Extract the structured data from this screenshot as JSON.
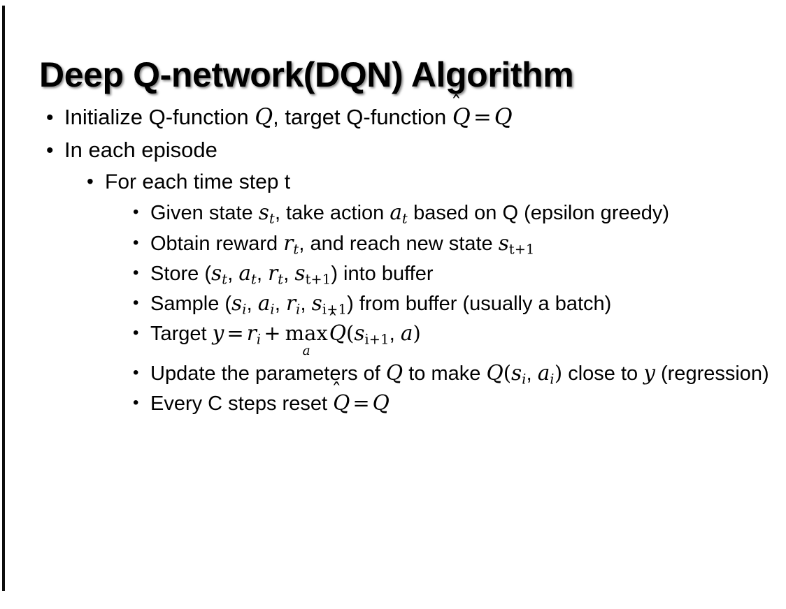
{
  "slide": {
    "title": "Deep Q-network(DQN) Algorithm",
    "background_color": "#ffffff",
    "text_color": "#000000",
    "edge_bar_color": "#0d0d0d",
    "bullet_glyph": "•"
  },
  "content": {
    "l1_initialize": {
      "pre": "Initialize Q-function ",
      "var_q1": "Q",
      "mid": ", target Q-function ",
      "hat_sym": "Q",
      "hat_mark": "̂",
      "equals": "=",
      "var_q2": "Q"
    },
    "l1_in_each_episode": "In each episode",
    "l2_for_each_time_step": "For each time step t",
    "l3_given_state": {
      "pre": "Given state ",
      "s": "s",
      "s_sub": "t",
      "mid": ", take action ",
      "a": "a",
      "a_sub": "t",
      "post": " based on Q (epsilon greedy)"
    },
    "l3_obtain_reward": {
      "pre": "Obtain reward ",
      "r": "r",
      "r_sub": "t",
      "mid": ", and reach new state ",
      "s": "s",
      "s_sub": "t+1"
    },
    "l3_store": {
      "pre": "Store (",
      "s1": "s",
      "s1_sub": "t",
      "c1": ", ",
      "a1": "a",
      "a1_sub": "t",
      "c2": ", ",
      "r1": "r",
      "r1_sub": "t",
      "c3": ", ",
      "s2": "s",
      "s2_sub": "t+1",
      "post": ") into buffer"
    },
    "l3_sample": {
      "pre": "Sample (",
      "s1": "s",
      "s1_sub": "i",
      "c1": ", ",
      "a1": "a",
      "a1_sub": "i",
      "c2": ", ",
      "r1": "r",
      "r1_sub": "i",
      "c3": ", ",
      "s2": "s",
      "s2_sub": "i+1",
      "post": ") from buffer (usually a batch)"
    },
    "l3_target": {
      "pre": "Target ",
      "y": "y",
      "equals": "=",
      "r": "r",
      "r_sub": "i",
      "plus": "+",
      "max_op": "max",
      "max_sub": "a",
      "hat_sym": "Q",
      "hat_mark": "̂",
      "open": "(",
      "s": "s",
      "s_sub": "i+1",
      "comma": ", ",
      "a": "a",
      "close": ")"
    },
    "l3_update": {
      "pre": "Update the parameters of ",
      "q1": "Q",
      "mid": " to make ",
      "q2": "Q",
      "open": "(",
      "s": "s",
      "s_sub": "i",
      "comma": ", ",
      "a": "a",
      "a_sub": "i",
      "close": ")",
      "post": " close to ",
      "y": "y",
      "tail": " (regression)"
    },
    "l3_reset": {
      "pre": "Every C steps reset ",
      "hat_sym": "Q",
      "hat_mark": "̂",
      "equals": "=",
      "q": "Q"
    }
  }
}
